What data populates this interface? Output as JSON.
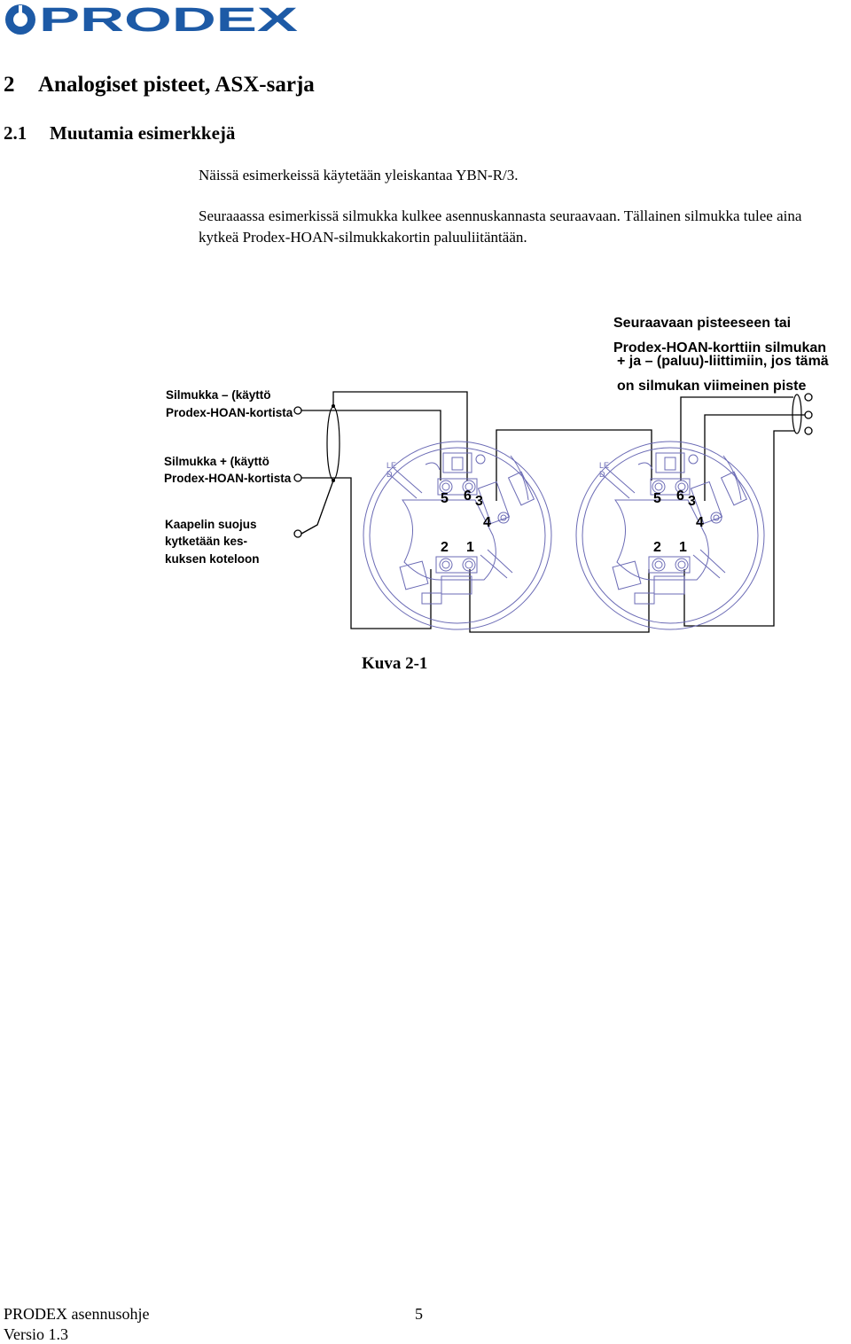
{
  "header": {
    "logo_text": "PRODEX",
    "logo_color": "#1d5aa6"
  },
  "section": {
    "number": "2",
    "title": "Analogiset pisteet, ASX-sarja"
  },
  "subsection": {
    "number": "2.1",
    "title": "Muutamia esimerkkejä"
  },
  "body": {
    "p1": "Näissä esimerkeissä käytetään yleiskantaa YBN-R/3.",
    "p2": "Seuraaassa esimerkissä silmukka kulkee asennuskannasta seuraavaan. Tällainen silmukka tulee aina kytkeä Prodex-HOAN-silmukkakortin paluuliitäntään."
  },
  "diagram": {
    "label_minus": [
      "Silmukka – (käyttö",
      "Prodex-HOAN-kortista"
    ],
    "label_plus": [
      "Silmukka + (käyttö",
      "Prodex-HOAN-kortista"
    ],
    "label_shield": [
      "Kaapelin suojus",
      "kytketään kes-",
      "kuksen koteloon"
    ],
    "label_next": [
      "Seuraavaan pisteeseen tai",
      "Prodex-HOAN-korttiin silmukan",
      "+ ja – (paluu)-liittimiin, jos tämä",
      "on silmukan viimeinen piste"
    ],
    "led_text": [
      "LE",
      "D"
    ],
    "terminals": [
      "5",
      "6",
      "3",
      "4",
      "2",
      "1"
    ],
    "base_color": "#6b6bb5"
  },
  "figure": {
    "caption": "Kuva 2-1"
  },
  "footer": {
    "line1": "PRODEX asennusohje",
    "line2": "Versio 1.3",
    "page": "5"
  }
}
